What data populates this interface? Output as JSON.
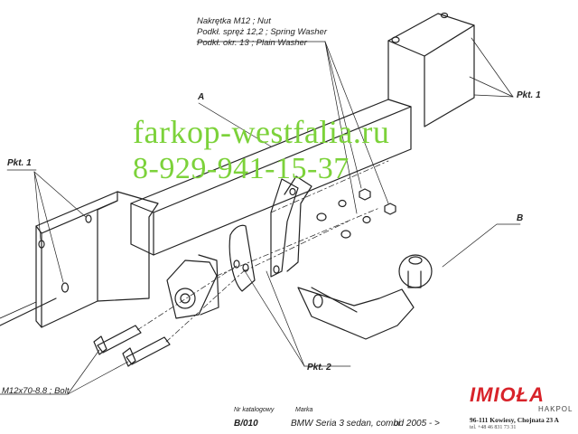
{
  "callouts": {
    "nut": "Nakrętka  M12 ; Nut",
    "spring_washer": "Podkł. spręż 12,2 ; Spring Washer",
    "plain_washer": "Podkł. okr. 13 ; Plain Washer",
    "bolt": "M12x70-8.8 ;  Bolt",
    "label_a": "A",
    "label_b": "B",
    "pkt1_right": "Pkt. 1",
    "pkt1_left": "Pkt. 1",
    "pkt2": "Pkt. 2"
  },
  "watermark": {
    "site": "farkop-westfalia.ru",
    "phone": "8-929-941-15-37"
  },
  "footer": {
    "catalog_label": "Nr katalogowy",
    "catalog_value": "B/010",
    "brand_label": "Marka",
    "model": "BMW Seria 3 sedan, combi",
    "years": "od 2005 - >"
  },
  "company": {
    "logo": "IMIOŁA",
    "sub": "HAKPOL",
    "address": "96-111 Kowiesy, Chojnata 23 A",
    "tel": "tel. +48 46 831 73 31"
  },
  "colors": {
    "watermark": "#7cd23a",
    "logo": "#d8232a",
    "line": "#222222"
  }
}
